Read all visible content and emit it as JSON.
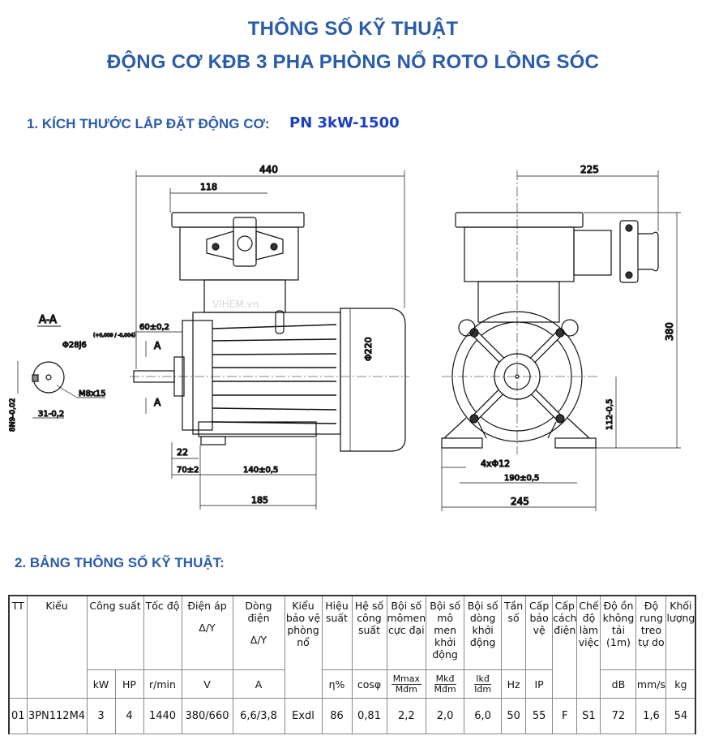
{
  "title": {
    "line1": "THÔNG SỐ KỸ THUẬT",
    "line2": "ĐỘNG CƠ KĐB 3 PHA PHÒNG NỔ ROTO LỒNG SÓC"
  },
  "section1": {
    "heading": "1. KÍCH THƯỚC LẮP ĐẶT ĐỘNG CƠ:",
    "model": "PN 3kW-1500"
  },
  "drawing": {
    "watermark": "VIHEM.vn",
    "section_label": "A-A",
    "cut_label": "A",
    "dims": {
      "overall_length": "440",
      "box_offset": "118",
      "shaft_length": "60±0,2",
      "shaft_dia": "Φ28j6",
      "shaft_tol": "(+0,009 / -0,004)",
      "thread": "M8x15",
      "key_depth": "31-0,2",
      "key_width": "8N9-0,02",
      "body_dia": "Φ220",
      "foot_edge": "22",
      "foot_offset": "70±2",
      "foot_spacing": "140±0,5",
      "foot_length": "185",
      "top_width": "225",
      "height": "380",
      "shaft_height": "112-0,5",
      "holes": "4xΦ12",
      "foot_width": "190±0,5",
      "base_width": "245"
    }
  },
  "section2": {
    "heading": "2. BẢNG THÔNG SỐ KỸ THUẬT:"
  },
  "table": {
    "headers": {
      "tt": "TT",
      "kieu": "Kiểu",
      "cong_suat": "Công suất",
      "toc_do": "Tốc độ",
      "dien_ap": "Điện áp",
      "dien_ap_sub": "Δ/Y",
      "dong_dien": "Dòng điện",
      "dong_dien_sub": "Δ/Y",
      "kieu_bao_ve": "Kiểu bảo vệ phòng nổ",
      "hieu_suat": "Hiệu suất",
      "he_so": "Hệ số công suất",
      "momen_max": "Bội số mômen cực đại",
      "momen_kd": "Bội số mô men khởi động",
      "dong_kd": "Bội số dòng khởi động",
      "tan_so": "Tần số",
      "cap_bao_ve": "Cấp bảo vệ",
      "cap_cach_dien": "Cấp cách điện",
      "che_do": "Chế độ làm việc",
      "do_on": "Độ ồn không tải (1m)",
      "do_rung": "Độ rung treo tự do",
      "khoi_luong": "Khối lượng"
    },
    "units": {
      "kw": "kW",
      "hp": "HP",
      "rpm": "r/min",
      "v": "V",
      "a": "A",
      "eta": "η%",
      "cos": "cosφ",
      "mmax_n": "Mmax",
      "mmax_d": "Mđm",
      "mkd_n": "Mkđ",
      "mkd_d": "Mđm",
      "ikd_n": "Ikđ",
      "ikd_d": "Iđm",
      "hz": "Hz",
      "ip": "IP",
      "db": "dB",
      "mms": "mm/s",
      "kg": "kg"
    },
    "row": {
      "tt": "01",
      "kieu": "3PN112M4",
      "kw": "3",
      "hp": "4",
      "rpm": "1440",
      "v": "380/660",
      "a": "6,6/3,8",
      "ex": "Exdl",
      "eta": "86",
      "cos": "0,81",
      "mmax": "2,2",
      "mkd": "2,0",
      "ikd": "6,0",
      "hz": "50",
      "ip": "55",
      "ins": "F",
      "duty": "S1",
      "db": "72",
      "vib": "1,6",
      "kg": "54"
    }
  }
}
